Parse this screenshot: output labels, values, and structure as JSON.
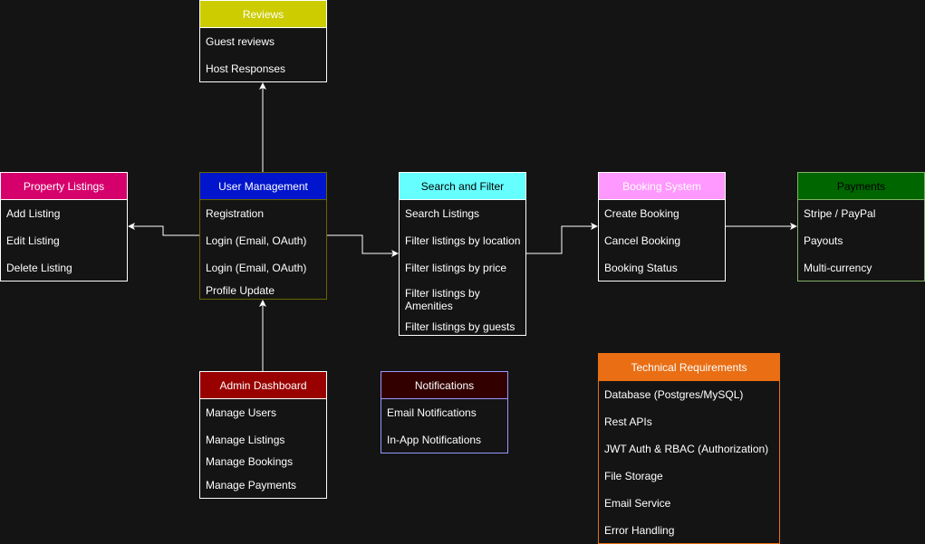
{
  "cards": {
    "reviews": {
      "title": "Reviews",
      "title_bg": "#cccc00",
      "title_color": "#ffffff",
      "border": "#ffffff",
      "items": [
        "Guest reviews",
        "Host Responses"
      ]
    },
    "property_listings": {
      "title": "Property Listings",
      "title_bg": "#d6006c",
      "title_color": "#ffffff",
      "border": "#ffffff",
      "items": [
        "Add Listing",
        "Edit Listing",
        "Delete Listing"
      ]
    },
    "user_management": {
      "title": "User Management",
      "title_bg": "#0015cc",
      "title_color": "#ffffff",
      "border": "#666600",
      "items": [
        "Registration",
        "Login (Email, OAuth)",
        "Login (Email, OAuth)",
        "Profile Update"
      ]
    },
    "search_filter": {
      "title": "Search and Filter",
      "title_bg": "#66ffff",
      "title_color": "#000000",
      "border": "#ffffff",
      "items": [
        "Search Listings",
        "Filter listings by location",
        "Filter listings by price",
        "Filter listings by Amenities",
        "Filter listings by guests"
      ]
    },
    "booking_system": {
      "title": "Booking System",
      "title_bg": "#ff99ff",
      "title_color": "#ffffff",
      "border": "#ffffff",
      "items": [
        "Create Booking",
        "Cancel Booking",
        "Booking Status"
      ]
    },
    "payments": {
      "title": "Payments",
      "title_bg": "#006600",
      "title_color": "#000000",
      "border": "#82b366",
      "items": [
        "Stripe / PayPal",
        "Payouts",
        "Multi-currency"
      ]
    },
    "admin_dashboard": {
      "title": "Admin Dashboard",
      "title_bg": "#990000",
      "title_color": "#ffffff",
      "border": "#ffffff",
      "items": [
        "Manage Users",
        "Manage Listings",
        "Manage Bookings",
        "Manage Payments"
      ]
    },
    "notifications": {
      "title": "Notifications",
      "title_bg": "#330000",
      "title_color": "#ffffff",
      "border": "#9999ff",
      "items": [
        "Email Notifications",
        "In-App Notifications"
      ]
    },
    "technical_requirements": {
      "title": "Technical Requirements",
      "title_bg": "#e96e14",
      "title_color": "#ffffff",
      "border": "#e96e14",
      "items": [
        "Database (Postgres/MySQL)",
        "Rest APIs",
        "JWT Auth & RBAC (Authorization)",
        "File Storage",
        "Email Service",
        "Error Handling"
      ]
    }
  },
  "colors": {
    "background": "#141414",
    "connector": "#ffffff"
  }
}
